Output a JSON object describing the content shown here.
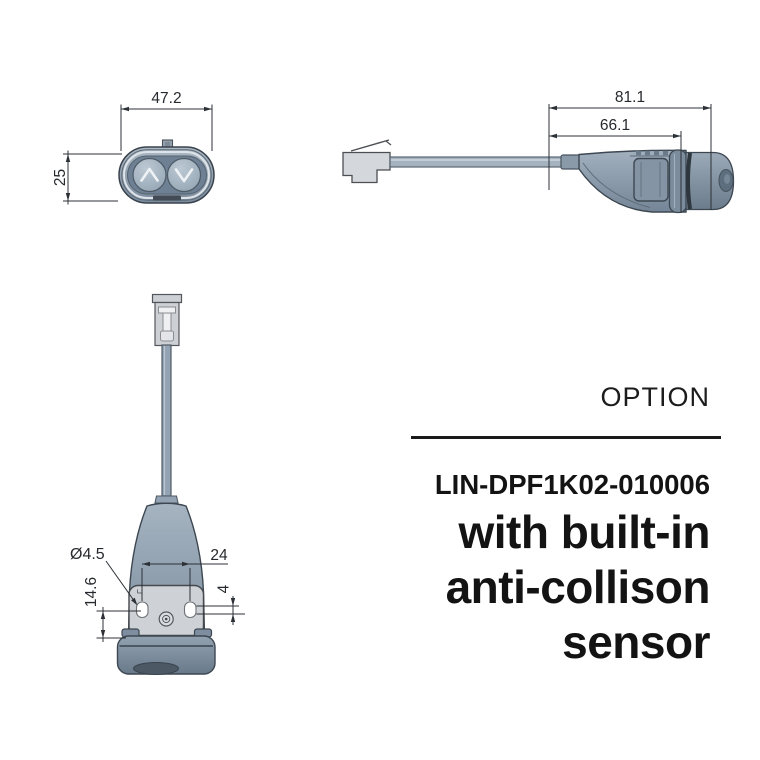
{
  "drawing": {
    "front_view": {
      "width_dim": "47.2",
      "height_dim": "25"
    },
    "side_view": {
      "overall_length_dim": "81.1",
      "body_length_dim": "66.1"
    },
    "bottom_view": {
      "hole_diameter_dim": "Ø4.5",
      "hole_spacing_dim": "24",
      "hole_vertical_dim": "14.6",
      "slot_width_dim": "4"
    }
  },
  "info_panel": {
    "option_label": "OPTION",
    "part_number": "LIN-DPF1K02-010006",
    "feature_lines": [
      "with built-in",
      "anti-collison",
      "sensor"
    ]
  },
  "colors": {
    "line": "#2c3137",
    "device_body": "#8796a7",
    "device_light": "#ced2d7",
    "text": "#111111",
    "background": "#ffffff"
  }
}
